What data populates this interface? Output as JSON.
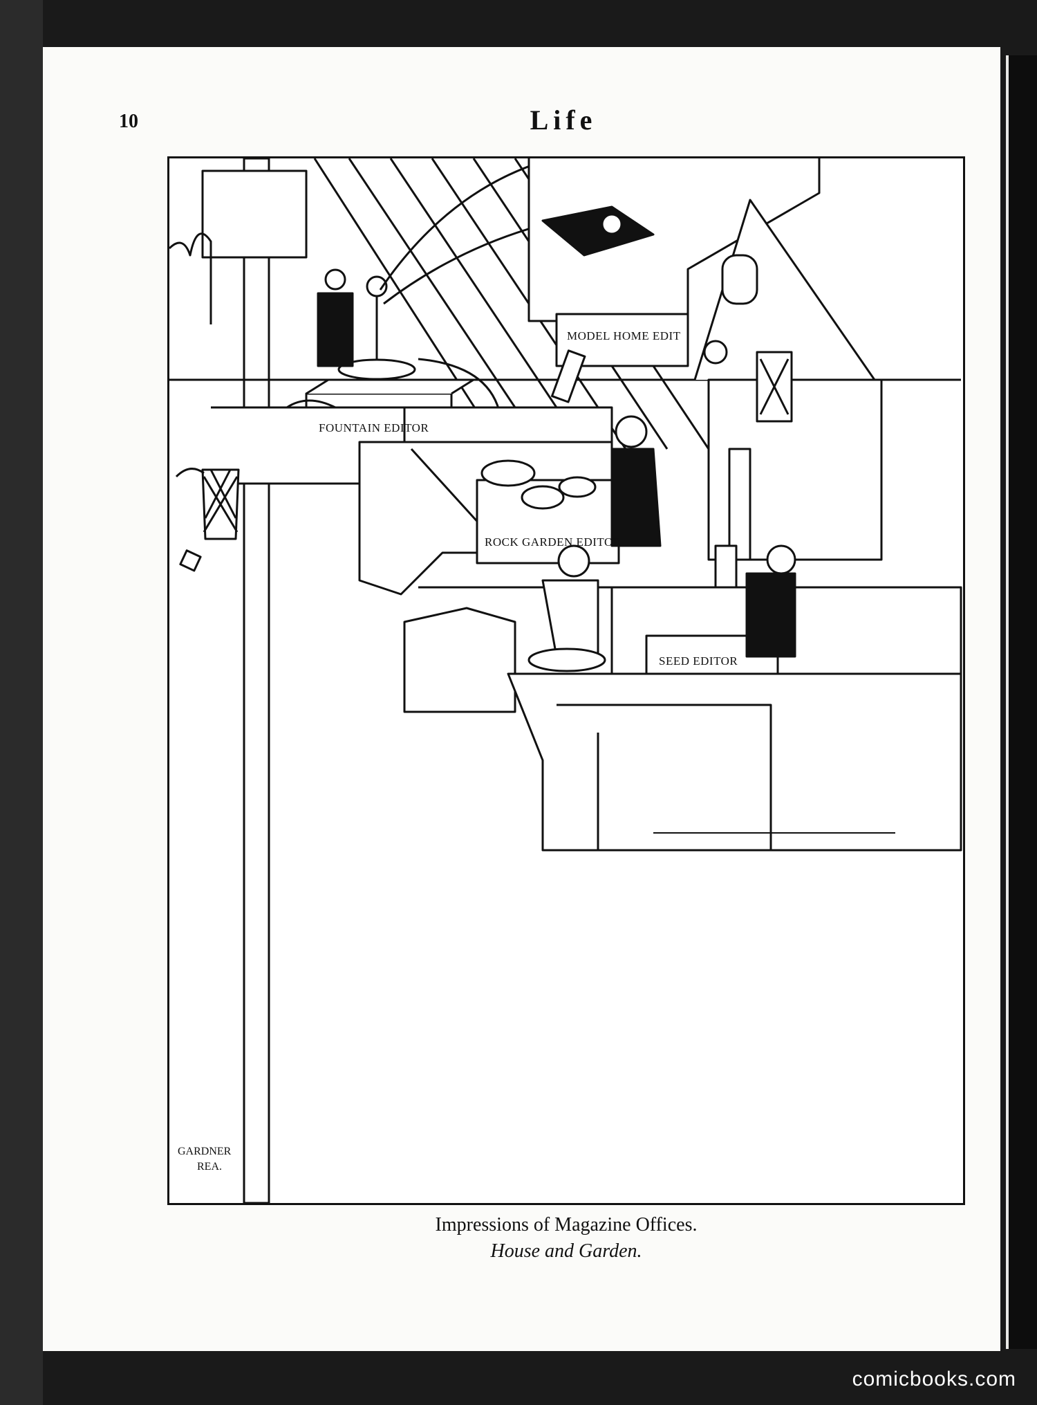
{
  "page": {
    "number": "10",
    "masthead": "Life"
  },
  "cartoon": {
    "signs": {
      "fountain": "FOUNTAIN EDITOR",
      "model_home": "MODEL HOME EDIT",
      "rock_garden": "ROCK GARDEN EDITOR",
      "seed": "SEED EDITOR"
    },
    "signature": [
      "GARDNER",
      "REA."
    ]
  },
  "caption": {
    "line1": "Impressions of Magazine Offices.",
    "line2": "House and Garden."
  },
  "watermark": "comicbooks.com"
}
